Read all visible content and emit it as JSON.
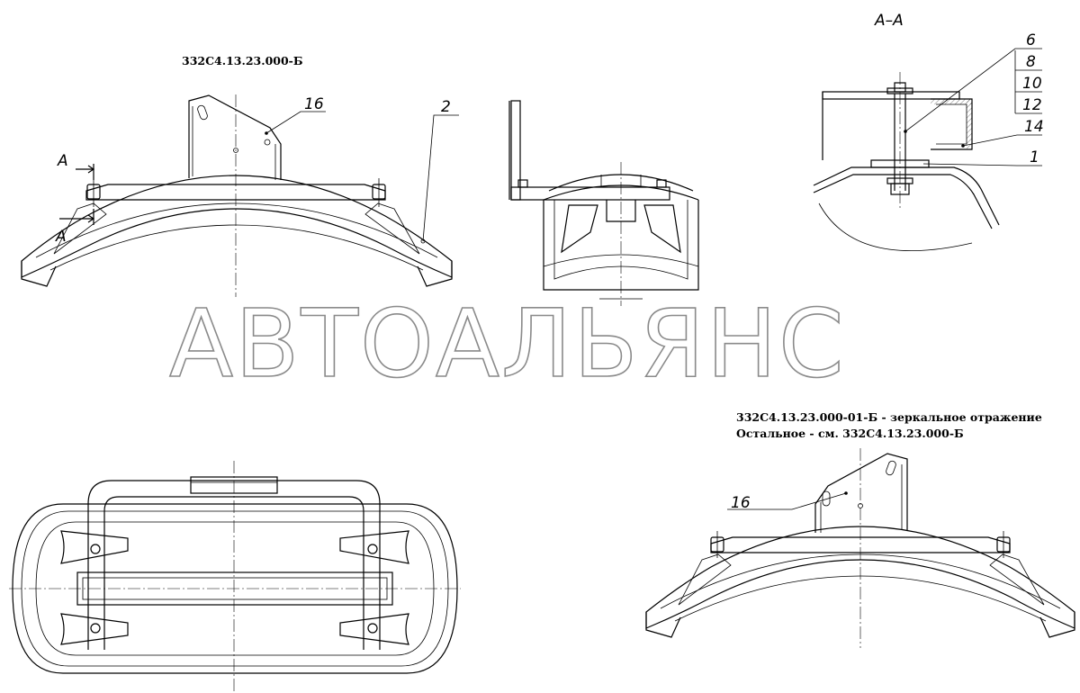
{
  "drawing": {
    "main_view_code": "332С4.13.23.000-Б",
    "mirror_note_line1": "332С4.13.23.000-01-Б - зеркальное отражение",
    "mirror_note_line2": "Остальное - см. 332С4.13.23.000-Б",
    "section_title": "А–А",
    "section_marker_top": "А",
    "section_marker_bottom": "А",
    "watermark": "АВТОАЛЬЯНС",
    "callouts": {
      "c16_main": "16",
      "c2": "2",
      "c6": "6",
      "c8": "8",
      "c10": "10",
      "c12": "12",
      "c14": "14",
      "c1": "1",
      "c16_mirror": "16"
    }
  }
}
